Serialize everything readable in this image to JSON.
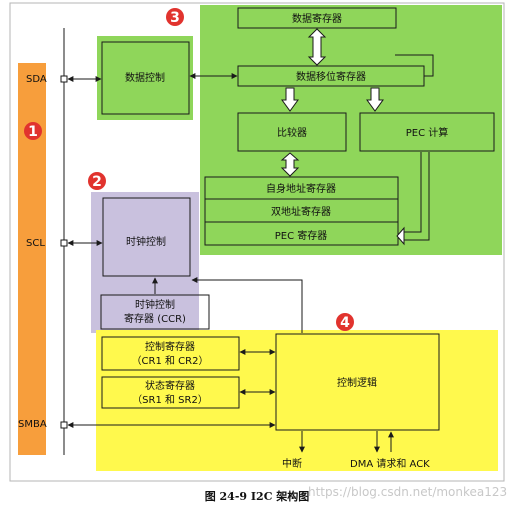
{
  "colors": {
    "green": "#8fd65a",
    "yellow": "#fff94d",
    "purple": "#c9c1de",
    "orange": "#f79e3c",
    "badge": "#e1332e"
  },
  "badges": [
    "1",
    "2",
    "3",
    "4"
  ],
  "pins": {
    "sda": "SDA",
    "scl": "SCL",
    "smba": "SMBA"
  },
  "blocks": {
    "data_register": "数据寄存器",
    "data_control": "数据控制",
    "data_shift_register": "数据移位寄存器",
    "comparator": "比较器",
    "pec_calc": "PEC 计算",
    "own_address_register": "自身地址寄存器",
    "dual_address_register": "双地址寄存器",
    "pec_register": "PEC 寄存器",
    "clock_control": "时钟控制",
    "ccr_line1": "时钟控制",
    "ccr_line2": "寄存器 (CCR)",
    "ctrl_reg_line1": "控制寄存器",
    "ctrl_reg_line2": "（CR1 和 CR2）",
    "status_reg_line1": "状态寄存器",
    "status_reg_line2": "（SR1 和 SR2）",
    "control_logic": "控制逻辑"
  },
  "outputs": {
    "interrupt": "中断",
    "dma": "DMA 请求和 ACK"
  },
  "caption": "图 24-9 I2C 架构图",
  "watermark": "https://blog.csdn.net/monkea123"
}
